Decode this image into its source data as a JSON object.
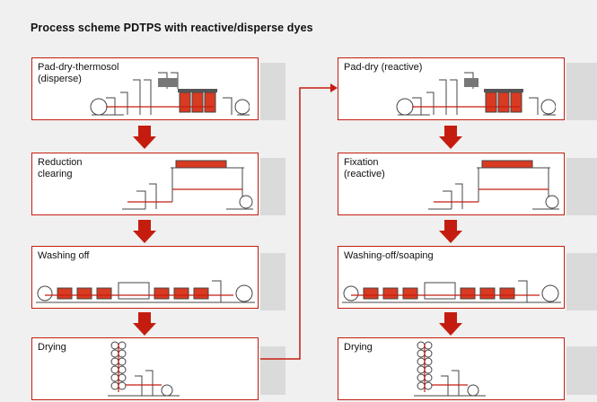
{
  "title": "Process scheme PDTPS with reactive/disperse dyes",
  "colors": {
    "accent": "#c41d10",
    "machine_red": "#d93a22",
    "machine_dark": "#444444",
    "shadow": "#d8d8d8"
  },
  "left_column": [
    {
      "label": "Pad-dry-thermosol\n(disperse)",
      "machine": "pad-dry-thermosol-machine-icon"
    },
    {
      "label": "Reduction\nclearing",
      "machine": "reduction-clearing-machine-icon"
    },
    {
      "label": "Washing off",
      "machine": "washing-range-machine-icon"
    },
    {
      "label": "Drying",
      "machine": "drying-cylinder-machine-icon"
    }
  ],
  "right_column": [
    {
      "label": "Pad-dry (reactive)",
      "machine": "pad-dry-machine-icon"
    },
    {
      "label": "Fixation\n(reactive)",
      "machine": "fixation-steamer-machine-icon"
    },
    {
      "label": "Washing-off/soaping",
      "machine": "washing-range-machine-icon"
    },
    {
      "label": "Drying",
      "machine": "drying-cylinder-machine-icon"
    }
  ]
}
